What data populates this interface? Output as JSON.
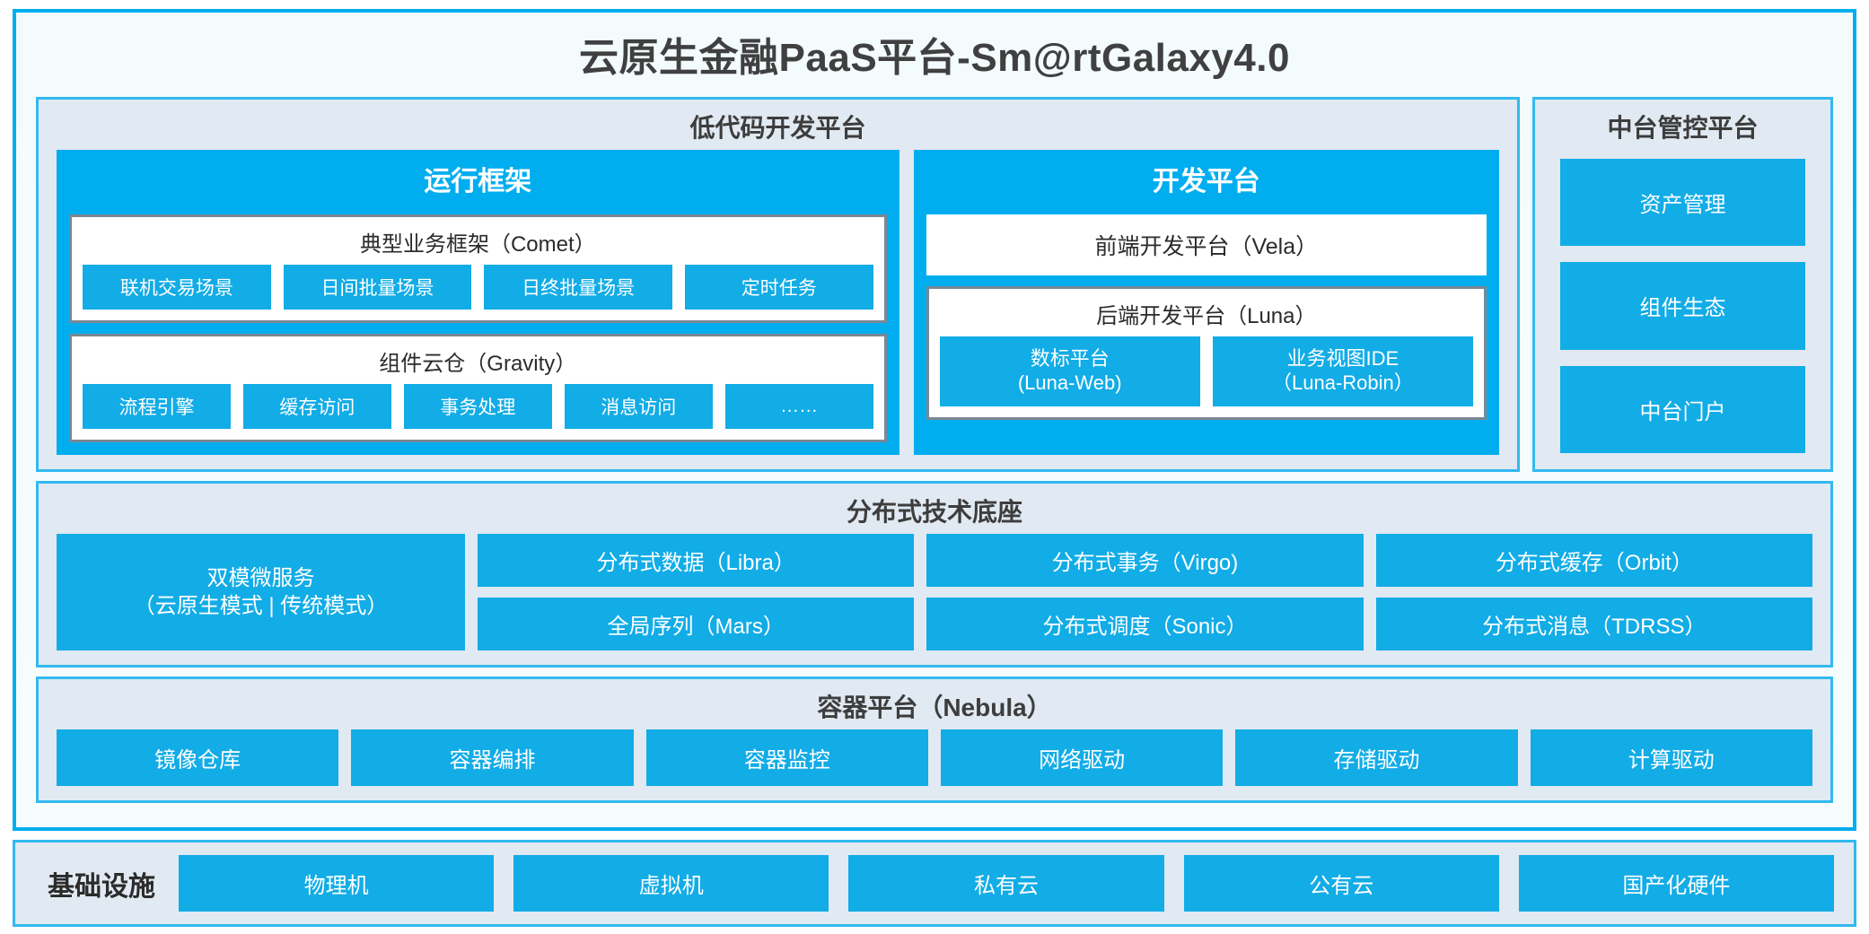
{
  "platform": {
    "title": "云原生金融PaaS平台-Sm@rtGalaxy4.0",
    "accent_color": "#00AEEF",
    "band_bg": "#E1E9F2",
    "chip_color": "#12ACE6"
  },
  "lowcode": {
    "title": "低代码开发平台",
    "runtime": {
      "title": "运行框架",
      "comet": {
        "title": "典型业务框架（Comet）",
        "items": [
          "联机交易场景",
          "日间批量场景",
          "日终批量场景",
          "定时任务"
        ]
      },
      "gravity": {
        "title": "组件云仓（Gravity）",
        "items": [
          "流程引擎",
          "缓存访问",
          "事务处理",
          "消息访问",
          "……"
        ]
      }
    },
    "devplatform": {
      "title": "开发平台",
      "vela": "前端开发平台（Vela）",
      "luna": {
        "title": "后端开发平台（Luna）",
        "items": [
          {
            "line1": "数标平台",
            "line2": "(Luna-Web)"
          },
          {
            "line1": "业务视图IDE",
            "line2": "（Luna-Robin）"
          }
        ]
      }
    }
  },
  "console": {
    "title": "中台管控平台",
    "items": [
      "资产管理",
      "组件生态",
      "中台门户"
    ]
  },
  "techbase": {
    "title": "分布式技术底座",
    "microservice": {
      "line1": "双模微服务",
      "line2": "（云原生模式 | 传统模式）"
    },
    "columns": [
      [
        "分布式数据（Libra）",
        "全局序列（Mars）"
      ],
      [
        "分布式事务（Virgo)",
        "分布式调度（Sonic）"
      ],
      [
        "分布式缓存（Orbit）",
        "分布式消息（TDRSS）"
      ]
    ]
  },
  "container": {
    "title": "容器平台（Nebula）",
    "items": [
      "镜像仓库",
      "容器编排",
      "容器监控",
      "网络驱动",
      "存储驱动",
      "计算驱动"
    ]
  },
  "infrastructure": {
    "label": "基础设施",
    "items": [
      "物理机",
      "虚拟机",
      "私有云",
      "公有云",
      "国产化硬件"
    ]
  }
}
